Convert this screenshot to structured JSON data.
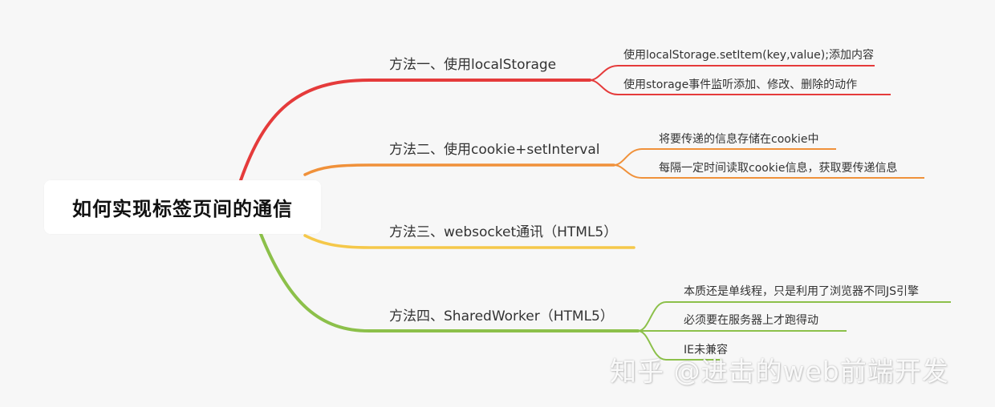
{
  "root": {
    "title": "如何实现标签页间的通信"
  },
  "colors": {
    "red": "#e53b3b",
    "orange": "#f0913a",
    "yellow": "#f5c84a",
    "green": "#8cc04a"
  },
  "branches": [
    {
      "label": "方法一、使用localStorage",
      "leaves": [
        "使用localStorage.setItem(key,value);添加内容",
        "使用storage事件监听添加、修改、删除的动作"
      ]
    },
    {
      "label": "方法二、使用cookie+setInterval",
      "leaves": [
        "将要传递的信息存储在cookie中",
        "每隔一定时间读取cookie信息，获取要传递信息"
      ]
    },
    {
      "label": "方法三、websocket通讯（HTML5）",
      "leaves": []
    },
    {
      "label": "方法四、SharedWorker（HTML5）",
      "leaves": [
        "本质还是单线程，只是利用了浏览器不同JS引擎",
        "必须要在服务器上才跑得动",
        "IE未兼容"
      ]
    }
  ],
  "watermark": "知乎 @进击的web前端开发"
}
